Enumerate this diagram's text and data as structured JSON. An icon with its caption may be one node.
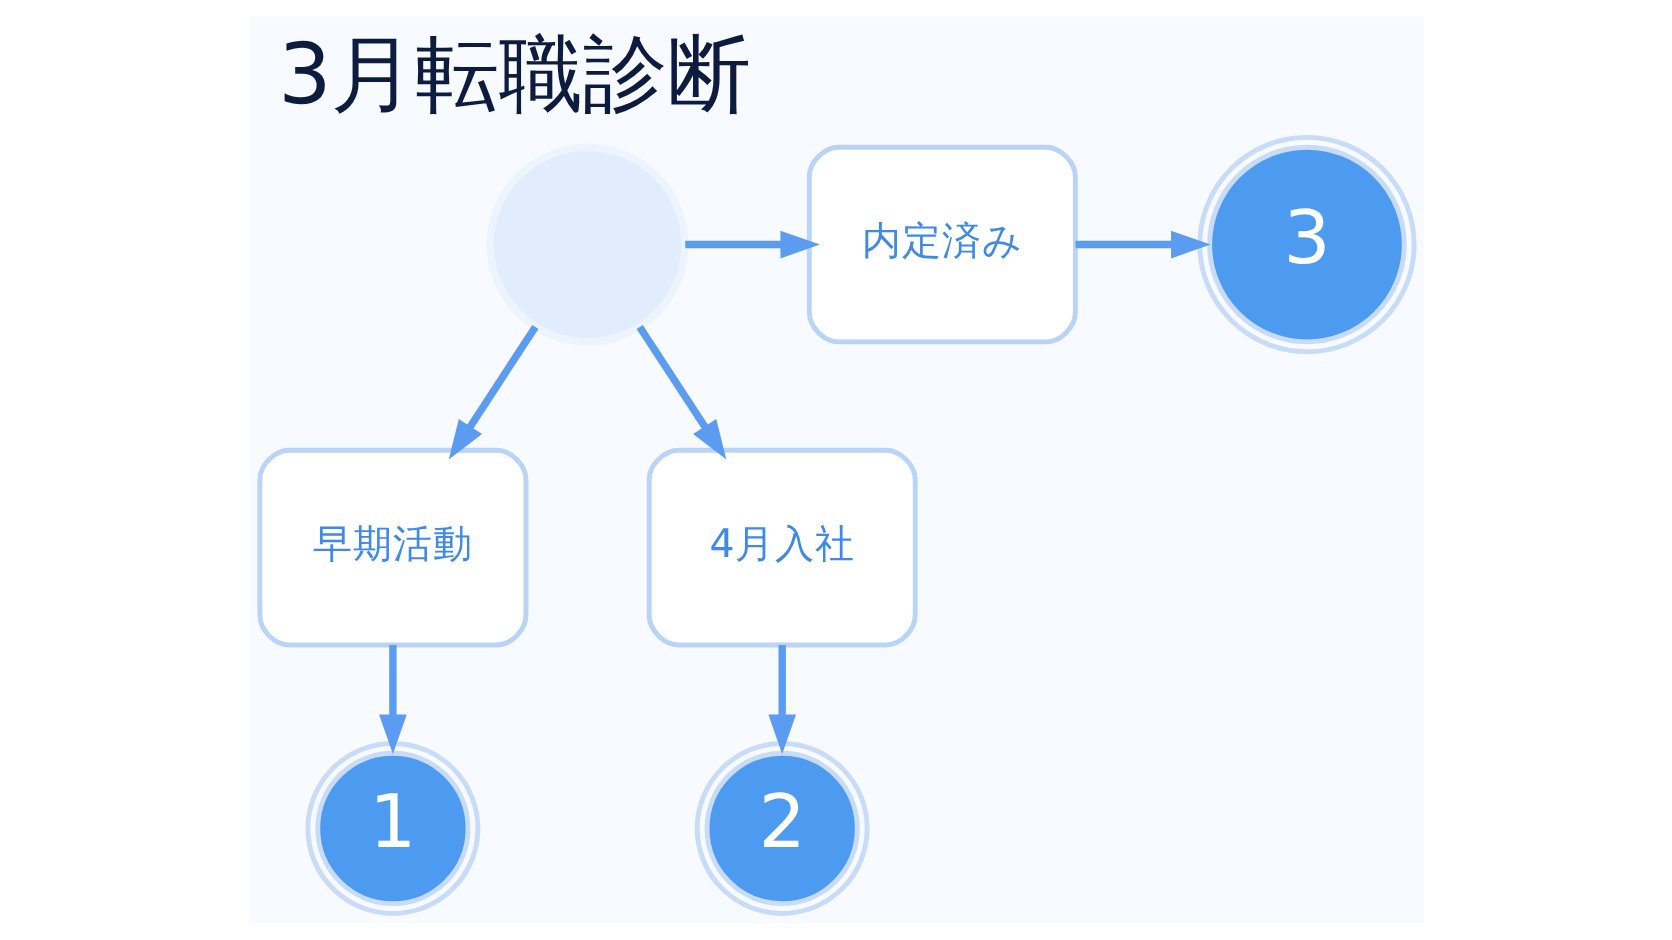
{
  "diagram": {
    "title": "3月転職診断",
    "nodes": [
      {
        "text": [],
        "shape": "circle"
      },
      {
        "text": [
          "内定済み"
        ]
      },
      {
        "text": [
          "3"
        ]
      },
      {
        "text": [
          "早期活動"
        ]
      },
      {
        "text": [
          "4月入社"
        ]
      },
      {
        "text": [
          "1"
        ]
      },
      {
        "text": [
          "2"
        ]
      }
    ],
    "edges": [
      {
        "from": 0,
        "to": 1,
        "arrow": "to"
      },
      {
        "from": 1,
        "to": 2,
        "arrow": "to"
      },
      {
        "from": 0,
        "to": 3,
        "arrow": "to"
      },
      {
        "from": 0,
        "to": 4,
        "arrow": "to"
      },
      {
        "from": 3,
        "to": 5,
        "arrow": "to"
      },
      {
        "from": 4,
        "to": 6,
        "arrow": "to"
      }
    ]
  }
}
